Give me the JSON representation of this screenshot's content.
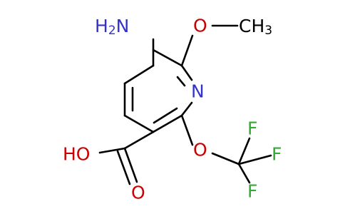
{
  "molecule": {
    "atoms": {
      "amino_n": "N",
      "amino_h": "H",
      "amino_h_count": "2",
      "methoxy_o": "O",
      "methyl_c": "C",
      "methyl_h": "H",
      "methyl_h_count": "3",
      "ring_n": "N",
      "hydroxyl": "HO",
      "carbonyl_o": "O",
      "ether_o": "O",
      "f1": "F",
      "f2": "F",
      "f3": "F"
    },
    "colors": {
      "nitrogen": "#3333cc",
      "oxygen": "#cc0000",
      "fluorine": "#33aa33",
      "carbon": "#000000",
      "bond": "#000000"
    }
  }
}
